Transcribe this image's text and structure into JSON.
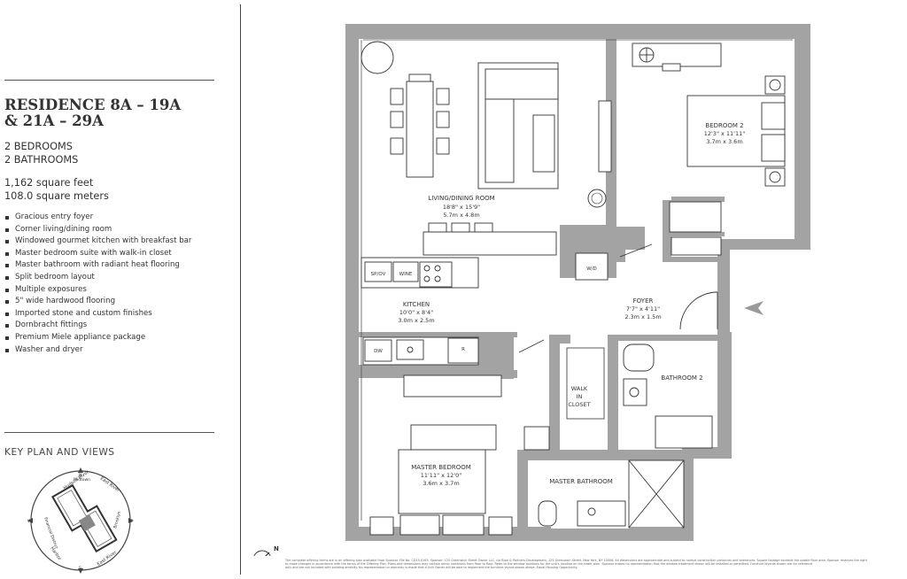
{
  "residence": {
    "title_line1": "RESIDENCE 8A – 19A",
    "title_line2": "& 21A – 29A",
    "bedrooms": "2 BEDROOMS",
    "bathrooms": "2 BATHROOMS",
    "area_sqft": "1,162 square feet",
    "area_sqm": "108.0 square meters"
  },
  "features": [
    "Gracious entry foyer",
    "Corner living/dining room",
    "Windowed gourmet kitchen with breakfast bar",
    "Master bedroom suite with walk-in closet",
    "Master bathroom with radiant heat flooring",
    "Split bedroom layout",
    "Multiple exposures",
    "5\" wide hardwood flooring",
    "Imported stone and custom finishes",
    "Dornbracht fittings",
    "Premium Miele appliance package",
    "Washer and dryer"
  ],
  "key_plan": {
    "heading": "KEY PLAN AND VIEWS",
    "labels": {
      "hudson_river": "Hudson River",
      "east_river": "East River",
      "midtown": "Midtown",
      "brooklyn": "Brooklyn",
      "financial_district": "Financial District",
      "harbor": "Harbor",
      "east_river_south": "East River",
      "north": "N",
      "south": "S",
      "east": "E",
      "west": "W"
    }
  },
  "rooms": {
    "living": {
      "name": "LIVING/DINING ROOM",
      "dim_imperial": "18'8\" x 15'9\"",
      "dim_metric": "5.7m x 4.8m"
    },
    "bedroom2": {
      "name": "BEDROOM 2",
      "dim_imperial": "12'3\" x 11'11\"",
      "dim_metric": "3.7m x 3.6m"
    },
    "kitchen": {
      "name": "KITCHEN",
      "dim_imperial": "10'0\" x 8'4\"",
      "dim_metric": "3.0m x 2.5m"
    },
    "foyer": {
      "name": "FOYER",
      "dim_imperial": "7'7\" x 4'11\"",
      "dim_metric": "2.3m x 1.5m"
    },
    "master_bedroom": {
      "name": "MASTER BEDROOM",
      "dim_imperial": "11'11\" x 12'0\"",
      "dim_metric": "3.6m x 3.7m"
    },
    "bathroom2": {
      "name": "BATHROOM 2"
    },
    "master_bathroom": {
      "name": "MASTER BATHROOM"
    },
    "walk_in_closet": {
      "line1": "WALK",
      "line2": "IN",
      "line3": "CLOSET"
    }
  },
  "appliances": {
    "stove": "SP/OV",
    "wine": "WINE",
    "dishwasher": "DW",
    "refrigerator": "R",
    "washer_dryer": "W/D"
  },
  "disclaimer": {
    "line1": "The complete offering terms are in an offering plan available from Sponsor. File No. CD15-0165. Sponsor: 125 Greenwich Street Owner LLC, c/o Bizzi & Partners Development, 125 Greenwich Street, New York, NY 10006. All dimensions are approximate and subject to normal construction variances and tolerances. Square footage exceeds the usable floor area. Sponsor reserves the right",
    "line2": "to make changes in accordance with the terms of the Offering Plan. Plans and dimensions may contain minor variations from floor to floor. Refer to the window locations for the unit's location on the tower plan. Sponsor makes no representation that the window treatment shown will be installed or permitted. Furniture layouts shown are for reference",
    "line3": "only and are not included with building amenity. No representation or warranty is made that a Unit Owner will be able to implement the furniture layout shown above. Equal Housing Opportunity."
  }
}
